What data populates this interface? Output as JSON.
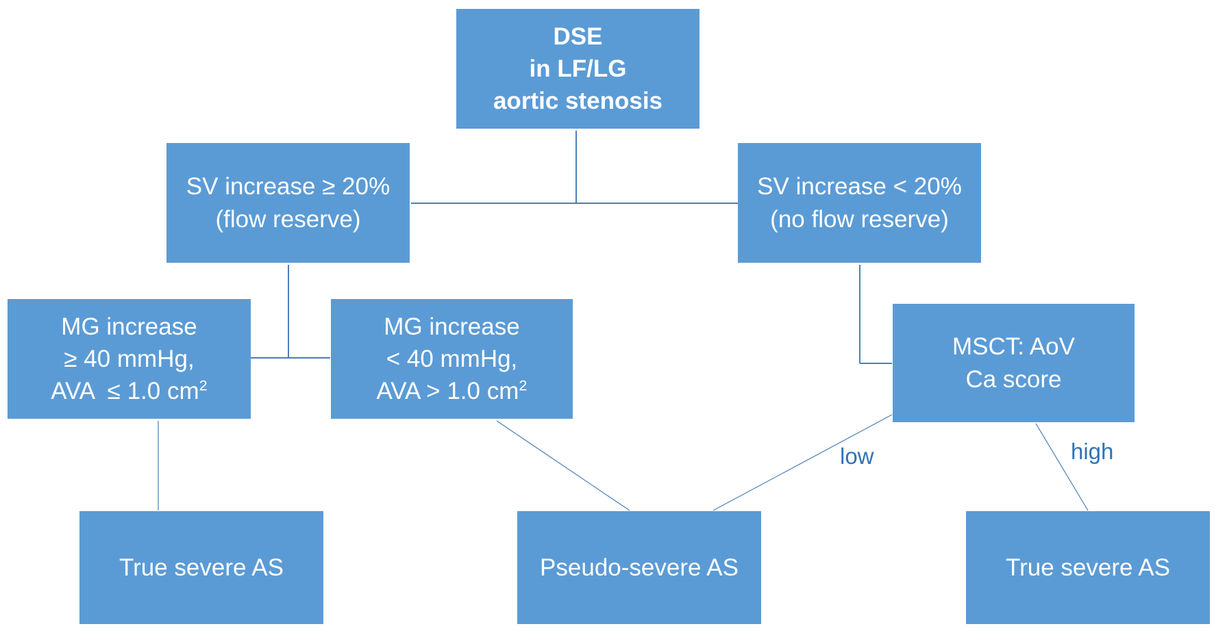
{
  "nodes": {
    "root": {
      "lines": [
        "DSE",
        "in LF/LG",
        "aortic stenosis"
      ]
    },
    "sv_ge20": {
      "lines": [
        "SV increase ≥ 20%",
        "(flow reserve)"
      ]
    },
    "sv_lt20": {
      "lines": [
        "SV increase < 20%",
        "(no flow reserve)"
      ]
    },
    "mg_ge40": {
      "lines": [
        "MG increase",
        "≥ 40 mmHg,",
        "AVA  ≤ 1.0 cm"
      ],
      "superscript": "2"
    },
    "mg_lt40": {
      "lines": [
        "MG increase",
        "< 40 mmHg,",
        "AVA > 1.0 cm"
      ],
      "superscript": "2"
    },
    "msct": {
      "lines": [
        "MSCT: AoV",
        "Ca score"
      ]
    },
    "true_severe_left": {
      "lines": [
        "True severe AS"
      ]
    },
    "pseudo_severe": {
      "lines": [
        "Pseudo-severe AS"
      ]
    },
    "true_severe_right": {
      "lines": [
        "True severe AS"
      ]
    }
  },
  "edge_labels": {
    "low": "low",
    "high": "high"
  },
  "colors": {
    "box_fill": "#5b9bd5",
    "box_text": "#ffffff",
    "connector": "#4a7ebb",
    "edge_label": "#2e74b5"
  }
}
